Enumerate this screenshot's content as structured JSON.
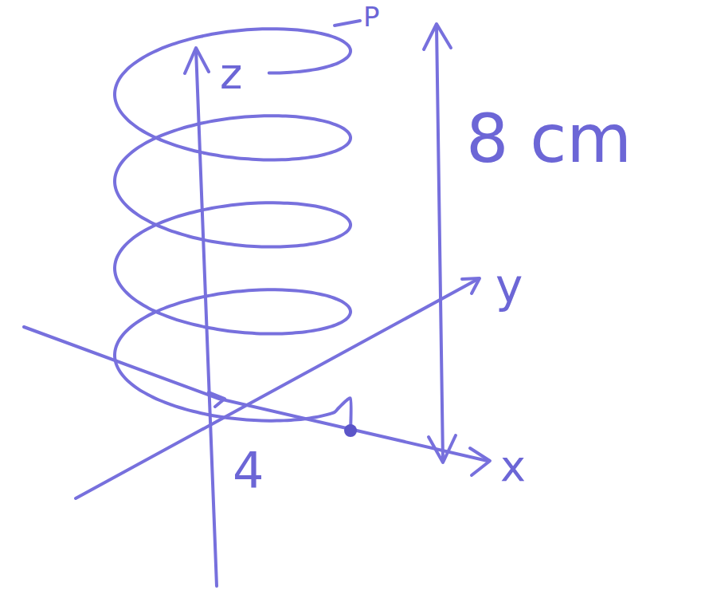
{
  "diagram": {
    "labels": [
      "z",
      "P",
      "8 cm",
      "y",
      "4",
      "x"
    ]
  }
}
